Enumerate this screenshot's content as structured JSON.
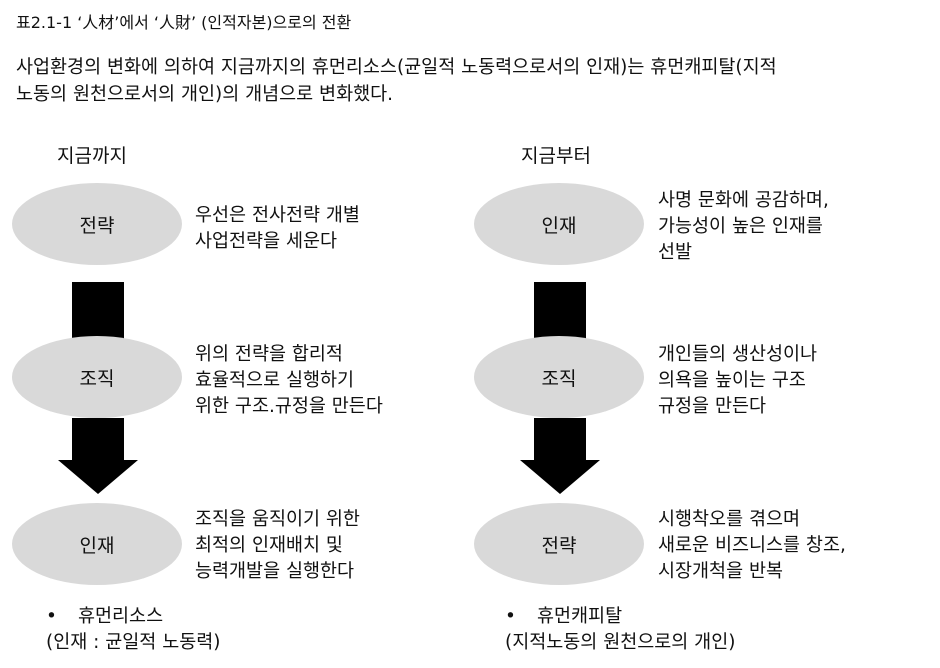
{
  "title": "표2.1-1 ‘人材’에서 ‘人財’ (인적자본)으로의 전환",
  "intro": {
    "line1": "사업환경의 변화에 의하여 지금까지의 휴먼리소스(균일적 노동력으로서의 인재)는 휴먼캐피탈(지적",
    "line2": "노동의 원천으로서의 개인)의 개념으로 변화했다."
  },
  "left": {
    "heading": "지금까지",
    "steps": [
      {
        "node": "전략",
        "desc": [
          "우선은 전사전략 개별",
          "사업전략을 세운다"
        ]
      },
      {
        "node": "조직",
        "desc": [
          "위의 전략을 합리적",
          "효율적으로 실행하기",
          "위한 구조.규정을 만든다"
        ]
      },
      {
        "node": "인재",
        "desc": [
          "조직을 움직이기 위한",
          "최적의 인재배치 및",
          "능력개발을 실행한다"
        ]
      }
    ],
    "footer": {
      "bullet": "•",
      "label": "휴먼리소스",
      "sub": "(인재 : 균일적 노동력)"
    }
  },
  "right": {
    "heading": "지금부터",
    "steps": [
      {
        "node": "인재",
        "desc": [
          "사명 문화에 공감하며,",
          "가능성이 높은 인재를",
          "선발"
        ]
      },
      {
        "node": "조직",
        "desc": [
          "개인들의 생산성이나",
          "의욕을 높이는 구조",
          "규정을 만든다"
        ]
      },
      {
        "node": "전략",
        "desc": [
          "시행착오를 겪으며",
          "새로운 비즈니스를 창조,",
          "시장개척을 반복"
        ]
      }
    ],
    "footer": {
      "bullet": "•",
      "label": "휴먼캐피탈",
      "sub": "(지적노동의 원천으로의 개인)"
    }
  },
  "colors": {
    "node_fill": "#d9d9d9",
    "arrow": "#000000",
    "text": "#111111"
  }
}
